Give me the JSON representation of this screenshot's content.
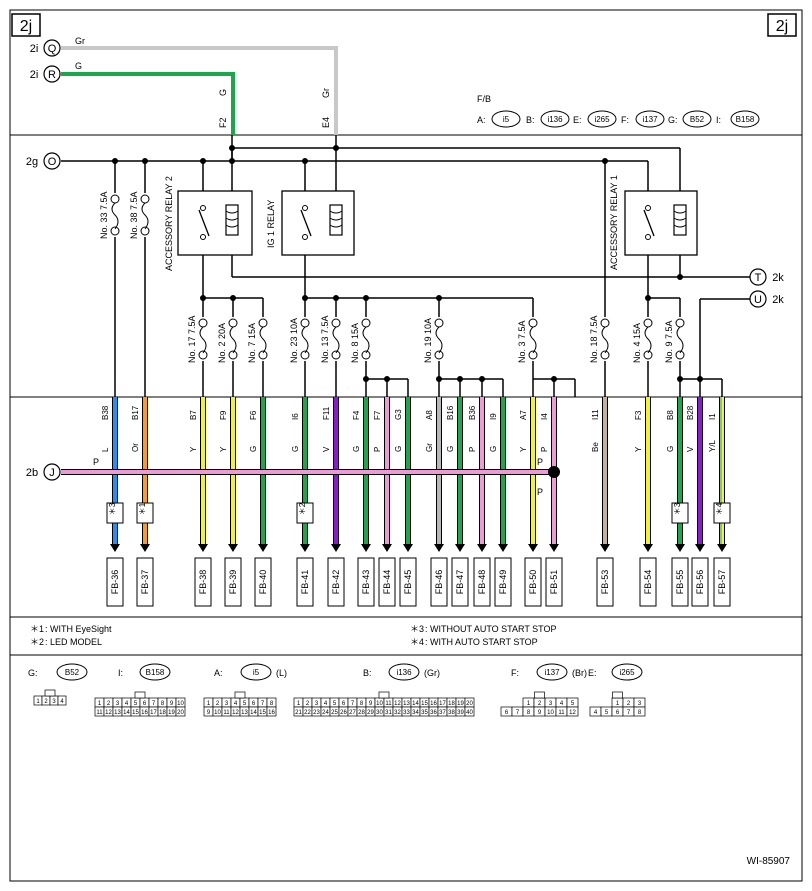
{
  "page": {
    "tag_left": "2j",
    "tag_right": "2j",
    "figure_code": "WI-85907"
  },
  "top_inputs": [
    {
      "ref": "2i",
      "node": "Q",
      "wire_label": "Gr",
      "color": "#c8c8c8",
      "pin": "E4"
    },
    {
      "ref": "2i",
      "node": "R",
      "wire_label": "G",
      "color": "#1aa84a",
      "pin": "F2"
    }
  ],
  "top_wire_vertical_labels": {
    "r_wire": "G",
    "q_wire": "Gr"
  },
  "connectors_legend": {
    "title": "F/B",
    "items": [
      {
        "key": "A:",
        "value": "i5"
      },
      {
        "key": "B:",
        "value": "i136"
      },
      {
        "key": "E:",
        "value": "i265"
      },
      {
        "key": "F:",
        "value": "i137"
      },
      {
        "key": "G:",
        "value": "B52"
      },
      {
        "key": "I:",
        "value": "B158"
      }
    ]
  },
  "power_input": {
    "ref": "2g",
    "node": "O"
  },
  "outputs": [
    {
      "node": "T",
      "ref": "2k"
    },
    {
      "node": "U",
      "ref": "2k"
    }
  ],
  "relays": [
    {
      "name": "ACCESSORY RELAY 2"
    },
    {
      "name": "IG 1 RELAY"
    },
    {
      "name": "ACCESSORY RELAY 1"
    }
  ],
  "fuses": [
    {
      "label": "No. 33  7.5A"
    },
    {
      "label": "No. 38  7.5A"
    },
    {
      "label": "No. 17  7.5A"
    },
    {
      "label": "No. 2  20A"
    },
    {
      "label": "No. 7  15A"
    },
    {
      "label": "No. 23  10A"
    },
    {
      "label": "No. 13  7.5A"
    },
    {
      "label": "No. 8  15A"
    },
    {
      "label": "No. 19  10A"
    },
    {
      "label": "No. 3  7.5A"
    },
    {
      "label": "No. 18  7.5A"
    },
    {
      "label": "No. 4  15A"
    },
    {
      "label": "No. 9  7.5A"
    }
  ],
  "ground_tap": {
    "ref": "2b",
    "node": "J",
    "color_code": "P",
    "right_upper": "P",
    "right_lower": "P"
  },
  "wires": [
    {
      "pin": "B38",
      "color_code": "L",
      "color": "#1e90ff",
      "note": "＊3",
      "terminal": "FB-36"
    },
    {
      "pin": "B17",
      "color_code": "Or",
      "color": "#ff9a1a",
      "note": "＊1",
      "terminal": "FB-37"
    },
    {
      "pin": "B7",
      "color_code": "Y",
      "color": "#f5f51e",
      "note": "",
      "terminal": "FB-38"
    },
    {
      "pin": "F9",
      "color_code": "Y",
      "color": "#f5f51e",
      "note": "",
      "terminal": "FB-39"
    },
    {
      "pin": "F6",
      "color_code": "G",
      "color": "#1aa84a",
      "note": "",
      "terminal": "FB-40"
    },
    {
      "pin": "I6",
      "color_code": "G",
      "color": "#1aa84a",
      "note": "＊2",
      "terminal": "FB-41"
    },
    {
      "pin": "F11",
      "color_code": "V",
      "color": "#8a1ad6",
      "note": "",
      "terminal": "FB-42"
    },
    {
      "pin": "F4",
      "color_code": "G",
      "color": "#1aa84a",
      "note": "",
      "terminal": "FB-43"
    },
    {
      "pin": "F7",
      "color_code": "P",
      "color": "#ee9ad6",
      "note": "",
      "terminal": "FB-44"
    },
    {
      "pin": "G3",
      "color_code": "G",
      "color": "#1aa84a",
      "note": "",
      "terminal": "FB-45"
    },
    {
      "pin": "A8",
      "color_code": "Gr",
      "color": "#b8b8b8",
      "note": "",
      "terminal": "FB-46"
    },
    {
      "pin": "B16",
      "color_code": "G",
      "color": "#1aa84a",
      "note": "",
      "terminal": "FB-47"
    },
    {
      "pin": "B36",
      "color_code": "P",
      "color": "#ee9ad6",
      "note": "",
      "terminal": "FB-48"
    },
    {
      "pin": "I9",
      "color_code": "G",
      "color": "#1aa84a",
      "note": "",
      "terminal": "FB-49"
    },
    {
      "pin": "A7",
      "color_code": "Y",
      "color": "#f5f51e",
      "note": "",
      "terminal": "FB-50"
    },
    {
      "pin": "I4",
      "color_code": "P",
      "color": "#ee9ad6",
      "note": "",
      "terminal": "FB-51"
    },
    {
      "pin": "I11",
      "color_code": "Be",
      "color": "#c4b29a",
      "note": "",
      "terminal": "FB-53"
    },
    {
      "pin": "F3",
      "color_code": "Y",
      "color": "#f5f51e",
      "note": "",
      "terminal": "FB-54"
    },
    {
      "pin": "B8",
      "color_code": "G",
      "color": "#1aa84a",
      "note": "＊3",
      "terminal": "FB-55"
    },
    {
      "pin": "B28",
      "color_code": "V",
      "color": "#8a1ad6",
      "note": "",
      "terminal": "FB-56"
    },
    {
      "pin": "I1",
      "color_code": "Y/L",
      "color": "#f5f51e",
      "note": "＊4",
      "terminal": "FB-57"
    }
  ],
  "notes": [
    {
      "mark": "＊1",
      "text": ": WITH EyeSight"
    },
    {
      "mark": "＊2",
      "text": ": LED MODEL"
    },
    {
      "mark": "＊3",
      "text": ": WITHOUT AUTO START STOP"
    },
    {
      "mark": "＊4",
      "text": ": WITH AUTO START STOP"
    }
  ],
  "connector_pinouts": [
    {
      "key": "G:",
      "id": "B52",
      "suffix": "",
      "rows": [
        [
          "1",
          "2",
          "3",
          "4"
        ]
      ]
    },
    {
      "key": "I:",
      "id": "B158",
      "suffix": "",
      "rows": [
        [
          "1",
          "2",
          "3",
          "4",
          "5",
          "6",
          "7",
          "8",
          "9",
          "10"
        ],
        [
          "11",
          "12",
          "13",
          "14",
          "15",
          "16",
          "17",
          "18",
          "19",
          "20"
        ]
      ]
    },
    {
      "key": "A:",
      "id": "i5",
      "suffix": "(L)",
      "rows": [
        [
          "1",
          "2",
          "3",
          "4",
          "5",
          "6",
          "7",
          "8"
        ],
        [
          "9",
          "10",
          "11",
          "12",
          "13",
          "14",
          "15",
          "16"
        ]
      ]
    },
    {
      "key": "B:",
      "id": "i136",
      "suffix": "(Gr)",
      "rows": [
        [
          "1",
          "2",
          "3",
          "4",
          "5",
          "6",
          "7",
          "8",
          "9",
          "10",
          "11",
          "12",
          "13",
          "14",
          "15",
          "16",
          "17",
          "18",
          "19",
          "20"
        ],
        [
          "21",
          "22",
          "23",
          "24",
          "25",
          "26",
          "27",
          "28",
          "29",
          "30",
          "31",
          "32",
          "33",
          "34",
          "35",
          "36",
          "37",
          "38",
          "39",
          "40"
        ]
      ]
    },
    {
      "key": "F:",
      "id": "i137",
      "suffix": "(Br)",
      "rows": [
        [
          "1",
          "2",
          "3",
          "4",
          "5"
        ],
        [
          "6",
          "7",
          "8",
          "9",
          "10",
          "11",
          "12"
        ]
      ]
    },
    {
      "key": "E:",
      "id": "i265",
      "suffix": "",
      "rows": [
        [
          "1",
          "2",
          "3"
        ],
        [
          "4",
          "5",
          "6",
          "7",
          "8"
        ]
      ]
    }
  ]
}
